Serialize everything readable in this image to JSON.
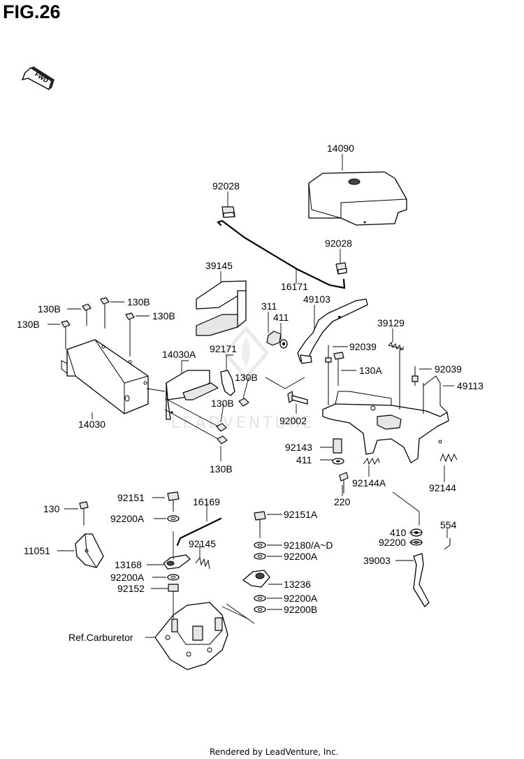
{
  "figure": {
    "title": "FIG.26",
    "fwd_label": "FWD",
    "footer": "Rendered by LeadVenture, Inc.",
    "watermark": "LEADVENTURE"
  },
  "callouts": [
    {
      "id": "14090",
      "text": "14090"
    },
    {
      "id": "92028a",
      "text": "92028"
    },
    {
      "id": "92028b",
      "text": "92028"
    },
    {
      "id": "39145",
      "text": "39145"
    },
    {
      "id": "16171",
      "text": "16171"
    },
    {
      "id": "311",
      "text": "311"
    },
    {
      "id": "49103",
      "text": "49103"
    },
    {
      "id": "411a",
      "text": "411"
    },
    {
      "id": "39129",
      "text": "39129"
    },
    {
      "id": "130B_1",
      "text": "130B"
    },
    {
      "id": "130B_2",
      "text": "130B"
    },
    {
      "id": "130B_3",
      "text": "130B"
    },
    {
      "id": "130B_4",
      "text": "130B"
    },
    {
      "id": "14030A",
      "text": "14030A"
    },
    {
      "id": "92171",
      "text": "92171"
    },
    {
      "id": "92039a",
      "text": "92039"
    },
    {
      "id": "130A",
      "text": "130A"
    },
    {
      "id": "92039b",
      "text": "92039"
    },
    {
      "id": "49113",
      "text": "49113"
    },
    {
      "id": "130B_5",
      "text": "130B"
    },
    {
      "id": "130B_6",
      "text": "130B"
    },
    {
      "id": "14030",
      "text": "14030"
    },
    {
      "id": "92002",
      "text": "92002"
    },
    {
      "id": "92143",
      "text": "92143"
    },
    {
      "id": "411b",
      "text": "411"
    },
    {
      "id": "130B_7",
      "text": "130B"
    },
    {
      "id": "92144A",
      "text": "92144A"
    },
    {
      "id": "92144",
      "text": "92144"
    },
    {
      "id": "220",
      "text": "220"
    },
    {
      "id": "92151",
      "text": "92151"
    },
    {
      "id": "16169",
      "text": "16169"
    },
    {
      "id": "130",
      "text": "130"
    },
    {
      "id": "92151A",
      "text": "92151A"
    },
    {
      "id": "92200A_1",
      "text": "92200A"
    },
    {
      "id": "410",
      "text": "410"
    },
    {
      "id": "554",
      "text": "554"
    },
    {
      "id": "92145",
      "text": "92145"
    },
    {
      "id": "92180",
      "text": "92180/A~D"
    },
    {
      "id": "92200",
      "text": "92200"
    },
    {
      "id": "11051",
      "text": "11051"
    },
    {
      "id": "92200A_2",
      "text": "92200A"
    },
    {
      "id": "39003",
      "text": "39003"
    },
    {
      "id": "13168",
      "text": "13168"
    },
    {
      "id": "13236",
      "text": "13236"
    },
    {
      "id": "92200A_3",
      "text": "92200A"
    },
    {
      "id": "92152",
      "text": "92152"
    },
    {
      "id": "92200A_4",
      "text": "92200A"
    },
    {
      "id": "92200B",
      "text": "92200B"
    },
    {
      "id": "ref_carb",
      "text": "Ref.Carburetor"
    }
  ]
}
